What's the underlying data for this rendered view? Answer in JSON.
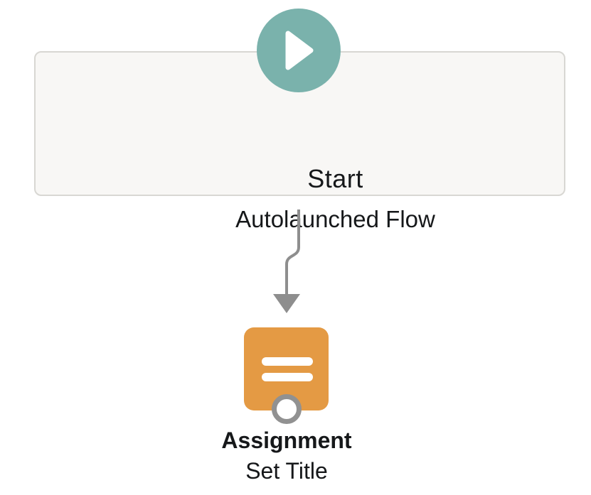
{
  "flow": {
    "start_node": {
      "title": "Start",
      "subtitle": "Autolaunched Flow",
      "icon": "play-icon"
    },
    "assignment_node": {
      "type_label": "Assignment",
      "name": "Set Title",
      "icon": "assignment-icon"
    }
  },
  "colors": {
    "start_accent": "#7AB2AC",
    "assignment_accent": "#E49A44",
    "connector": "#8E8E8E",
    "ring_gray": "#919191",
    "node_bg": "#F8F7F5",
    "node_border": "#D8D7D3",
    "text_color": "#16181A",
    "canvas_bg": "#FFFFFF"
  }
}
